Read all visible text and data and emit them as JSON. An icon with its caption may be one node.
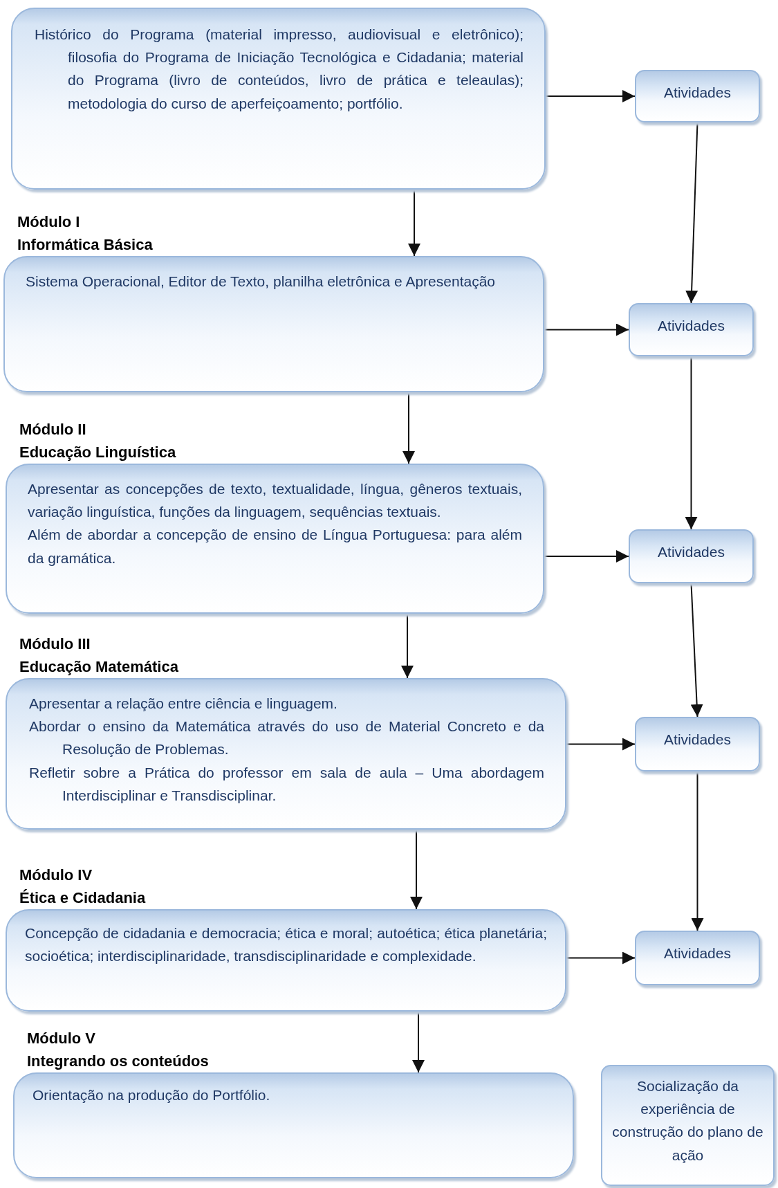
{
  "diagram": {
    "nodes": [
      {
        "text": [
          "Histórico do Programa (material impresso, audiovisual e eletrônico); filosofia do Programa de Iniciação Tecnológica e Cidadania; material do Programa (livro de conteúdos, livro de prática e teleaulas); metodologia do curso de aperfeiçoamento; portfólio."
        ]
      },
      {
        "text": [
          "Atividades"
        ]
      },
      {
        "text": [
          "Módulo I",
          "Informática Básica",
          "Sistema Operacional, Editor de Texto, planilha eletrônica e Apresentação"
        ]
      },
      {
        "text": [
          "Atividades"
        ]
      },
      {
        "text": [
          "Módulo II",
          "Educação Linguística",
          "Apresentar as concepções de texto, textualidade, língua, gêneros textuais, variação linguística, funções da linguagem, sequências textuais.",
          "Além de abordar a concepção de ensino de Língua Portuguesa: para além da gramática."
        ]
      },
      {
        "text": [
          "Atividades"
        ]
      },
      {
        "text": [
          "Módulo III",
          "Educação Matemática",
          "Apresentar a relação entre ciência e linguagem.",
          "Abordar o ensino da Matemática através do uso de Material Concreto e da Resolução de Problemas.",
          "Refletir sobre a Prática do professor em sala de aula – Uma abordagem Interdisciplinar e Transdisciplinar."
        ]
      },
      {
        "text": [
          "Atividades"
        ]
      },
      {
        "text": [
          "Módulo IV",
          "Ética e Cidadania",
          "Concepção de cidadania e democracia; ética e moral; autoética; ética planetária; socioética; interdisciplinaridade, transdisciplinaridade e complexidade."
        ]
      },
      {
        "text": [
          "Atividades"
        ]
      },
      {
        "text": [
          "Módulo V",
          "Integrando os conteúdos",
          "Orientação na produção do Portfólio."
        ]
      },
      {
        "text": [
          "Socialização da experiência de construção do plano de ação"
        ]
      }
    ],
    "edges": [
      {
        "from": 0,
        "to": 1,
        "arrow": "to"
      },
      {
        "from": 0,
        "to": 2,
        "arrow": "to"
      },
      {
        "from": 1,
        "to": 3,
        "arrow": "to"
      },
      {
        "from": 2,
        "to": 3,
        "arrow": "to"
      },
      {
        "from": 2,
        "to": 4,
        "arrow": "to"
      },
      {
        "from": 3,
        "to": 5,
        "arrow": "to"
      },
      {
        "from": 4,
        "to": 5,
        "arrow": "to"
      },
      {
        "from": 4,
        "to": 6,
        "arrow": "to"
      },
      {
        "from": 5,
        "to": 7,
        "arrow": "to"
      },
      {
        "from": 6,
        "to": 7,
        "arrow": "to"
      },
      {
        "from": 6,
        "to": 8,
        "arrow": "to"
      },
      {
        "from": 7,
        "to": 9,
        "arrow": "to"
      },
      {
        "from": 8,
        "to": 9,
        "arrow": "to"
      },
      {
        "from": 8,
        "to": 10,
        "arrow": "to"
      }
    ]
  }
}
